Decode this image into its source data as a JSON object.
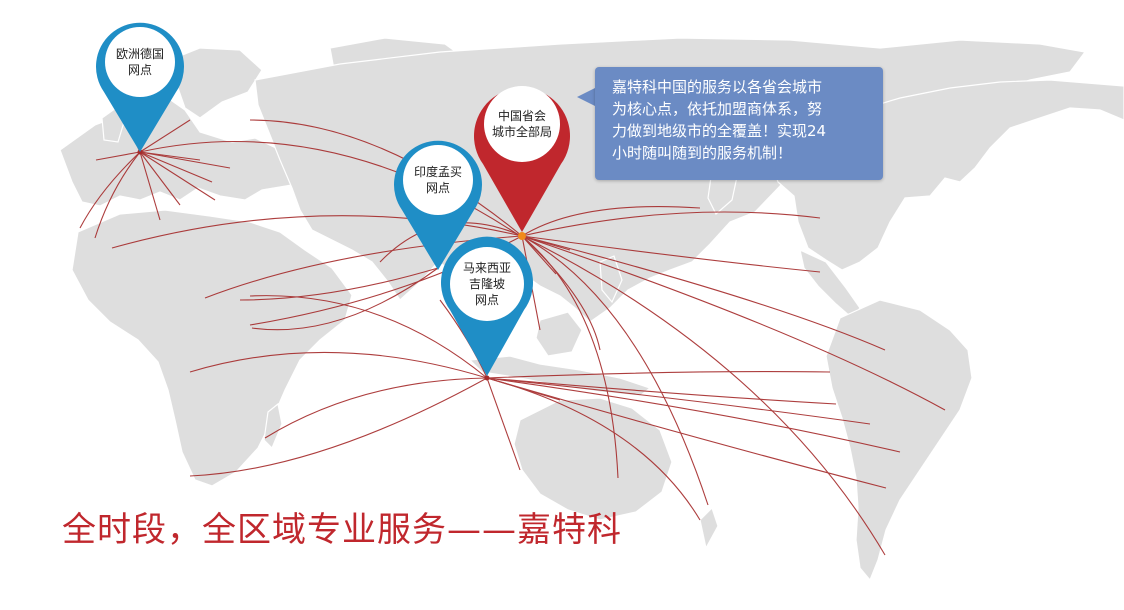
{
  "pins": {
    "europe": {
      "lines": [
        "欧洲德国",
        "网点"
      ],
      "color": "#1f8ec6"
    },
    "india": {
      "lines": [
        "印度孟买",
        "网点"
      ],
      "color": "#1f8ec6"
    },
    "china": {
      "lines": [
        "中国省会",
        "城市全部局"
      ],
      "color": "#c0272d"
    },
    "malaysia": {
      "lines": [
        "马来西亚",
        "吉隆坡",
        "网点"
      ],
      "color": "#1f8ec6"
    }
  },
  "callout": {
    "lines": [
      "嘉特科中国的服务以各省会城市",
      "为核心点，依托加盟商体系，努",
      "力做到地级市的全覆盖！实现24",
      "小时随叫随到的服务机制！"
    ],
    "color": "#6b8bc4"
  },
  "slogan": "全时段，全区域专业服务——嘉特科",
  "colors": {
    "route_line": "#a52a2a",
    "land": "#dedede",
    "hub_marker": "#f08a1c",
    "accent_red": "#c0272d"
  }
}
